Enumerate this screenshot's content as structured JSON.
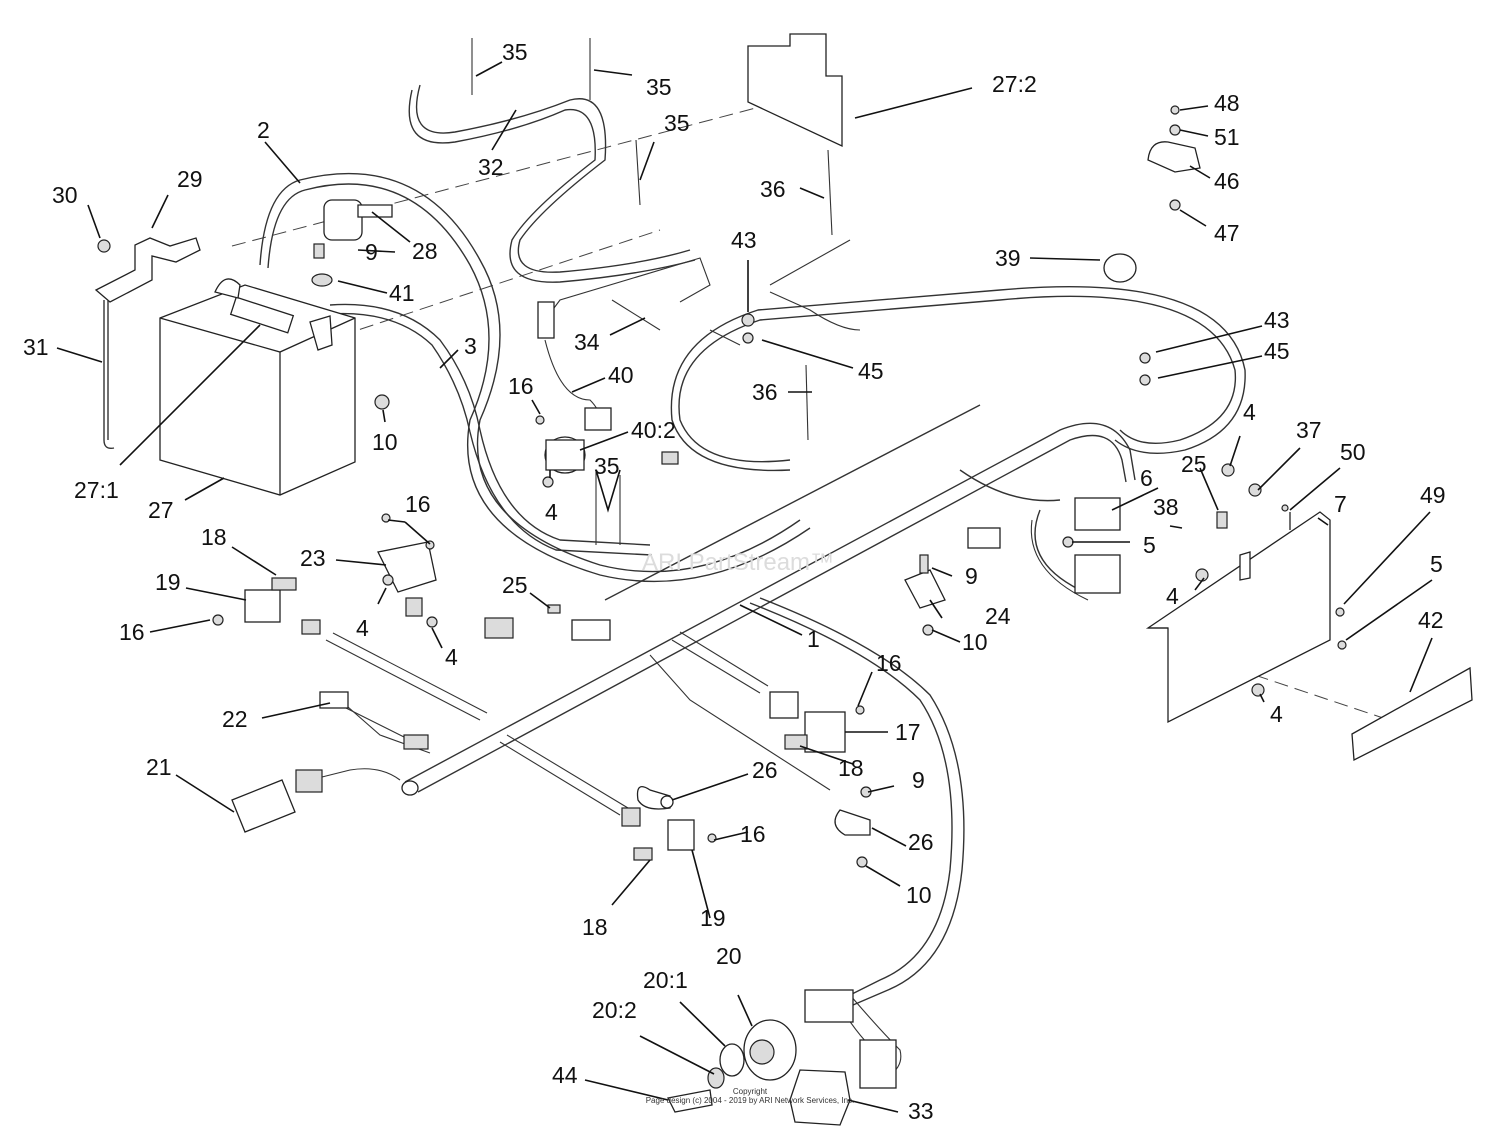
{
  "callouts": {
    "c1": "1",
    "c2": "2",
    "c3": "3",
    "c4a": "4",
    "c4b": "4",
    "c4c": "4",
    "c4d": "4",
    "c4e": "4",
    "c4f": "4",
    "c5a": "5",
    "c5b": "5",
    "c6": "6",
    "c7": "7",
    "c9a": "9",
    "c9b": "9",
    "c9c": "9",
    "c10a": "10",
    "c10b": "10",
    "c10c": "10",
    "c16a": "16",
    "c16b": "16",
    "c16c": "16",
    "c16d": "16",
    "c16e": "16",
    "c17": "17",
    "c18a": "18",
    "c18b": "18",
    "c18c": "18",
    "c19a": "19",
    "c19b": "19",
    "c20": "20",
    "c20_1": "20:1",
    "c20_2": "20:2",
    "c21": "21",
    "c22": "22",
    "c23": "23",
    "c24": "24",
    "c25a": "25",
    "c25b": "25",
    "c26a": "26",
    "c26b": "26",
    "c27": "27",
    "c27_1": "27:1",
    "c27_2": "27:2",
    "c28": "28",
    "c29": "29",
    "c30": "30",
    "c31": "31",
    "c32": "32",
    "c33": "33",
    "c34": "34",
    "c35a": "35",
    "c35b": "35",
    "c35c": "35",
    "c35d": "35",
    "c36a": "36",
    "c36b": "36",
    "c37": "37",
    "c38": "38",
    "c39": "39",
    "c40": "40",
    "c40_2": "40:2",
    "c41": "41",
    "c42": "42",
    "c43a": "43",
    "c43b": "43",
    "c44": "44",
    "c45a": "45",
    "c45b": "45",
    "c46": "46",
    "c47": "47",
    "c48": "48",
    "c49": "49",
    "c50": "50",
    "c51": "51"
  },
  "watermark": "ARI PartStream™",
  "copyright": {
    "line1": "Copyright",
    "line2": "Page design (c) 2004 - 2019 by ARI Network Services, Inc."
  }
}
